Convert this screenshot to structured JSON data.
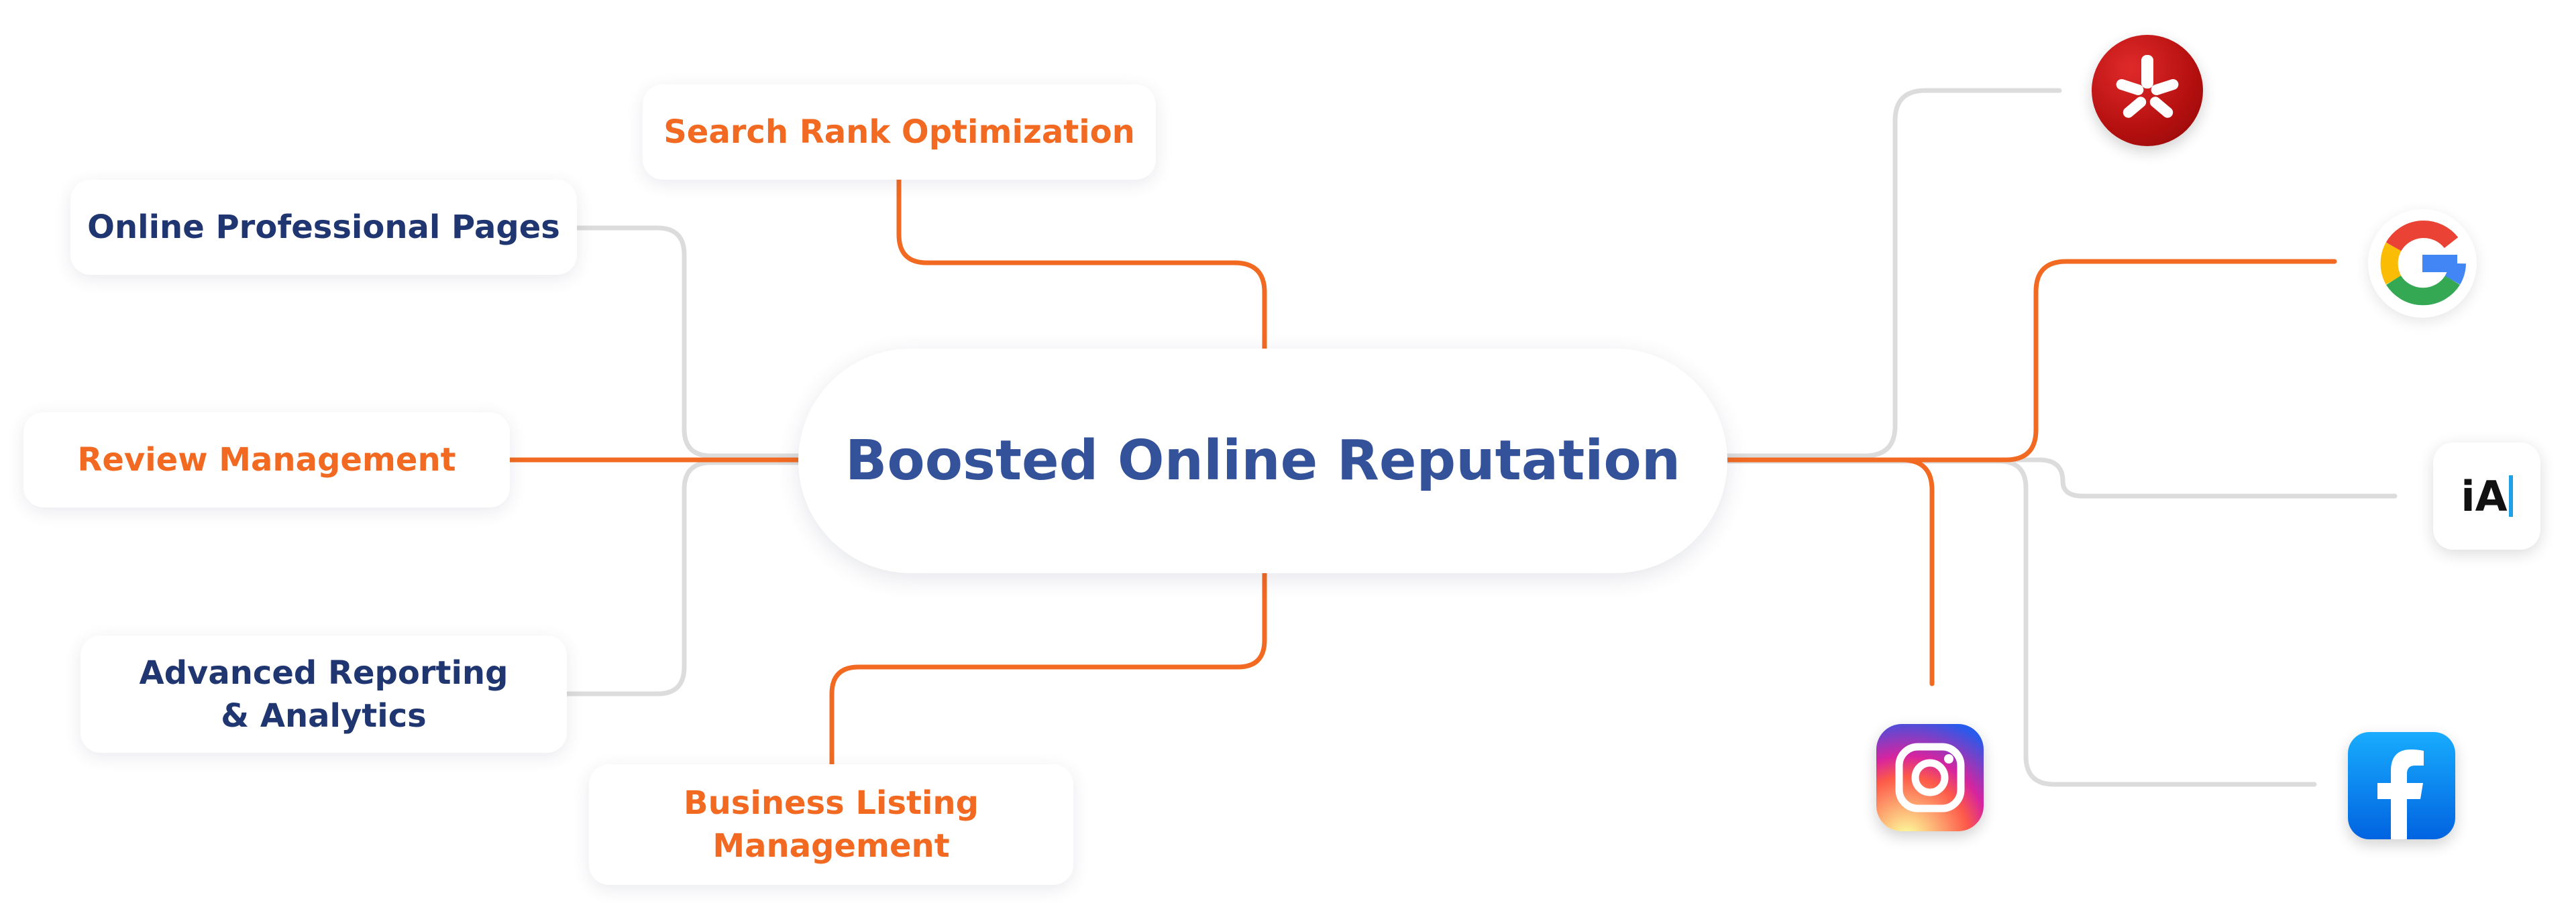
{
  "diagram": {
    "center_label": "Boosted Online Reputation",
    "nodes": {
      "search_rank": "Search Rank Optimization",
      "online_pages": "Online Professional Pages",
      "review_mgmt": "Review Management",
      "advanced_reporting_line1": "Advanced Reporting",
      "advanced_reporting_line2": "& Analytics",
      "business_listing_line1": "Business Listing",
      "business_listing_line2": "Management"
    },
    "logos": {
      "yelp": "yelp-icon",
      "google": "google-icon",
      "ia": "iA",
      "instagram": "instagram-icon",
      "facebook": "facebook-icon"
    },
    "colors": {
      "orange": "#f26a21",
      "gray_line": "#dcdcdc",
      "navy_text": "#1f3670",
      "center_text": "#34529a"
    }
  }
}
